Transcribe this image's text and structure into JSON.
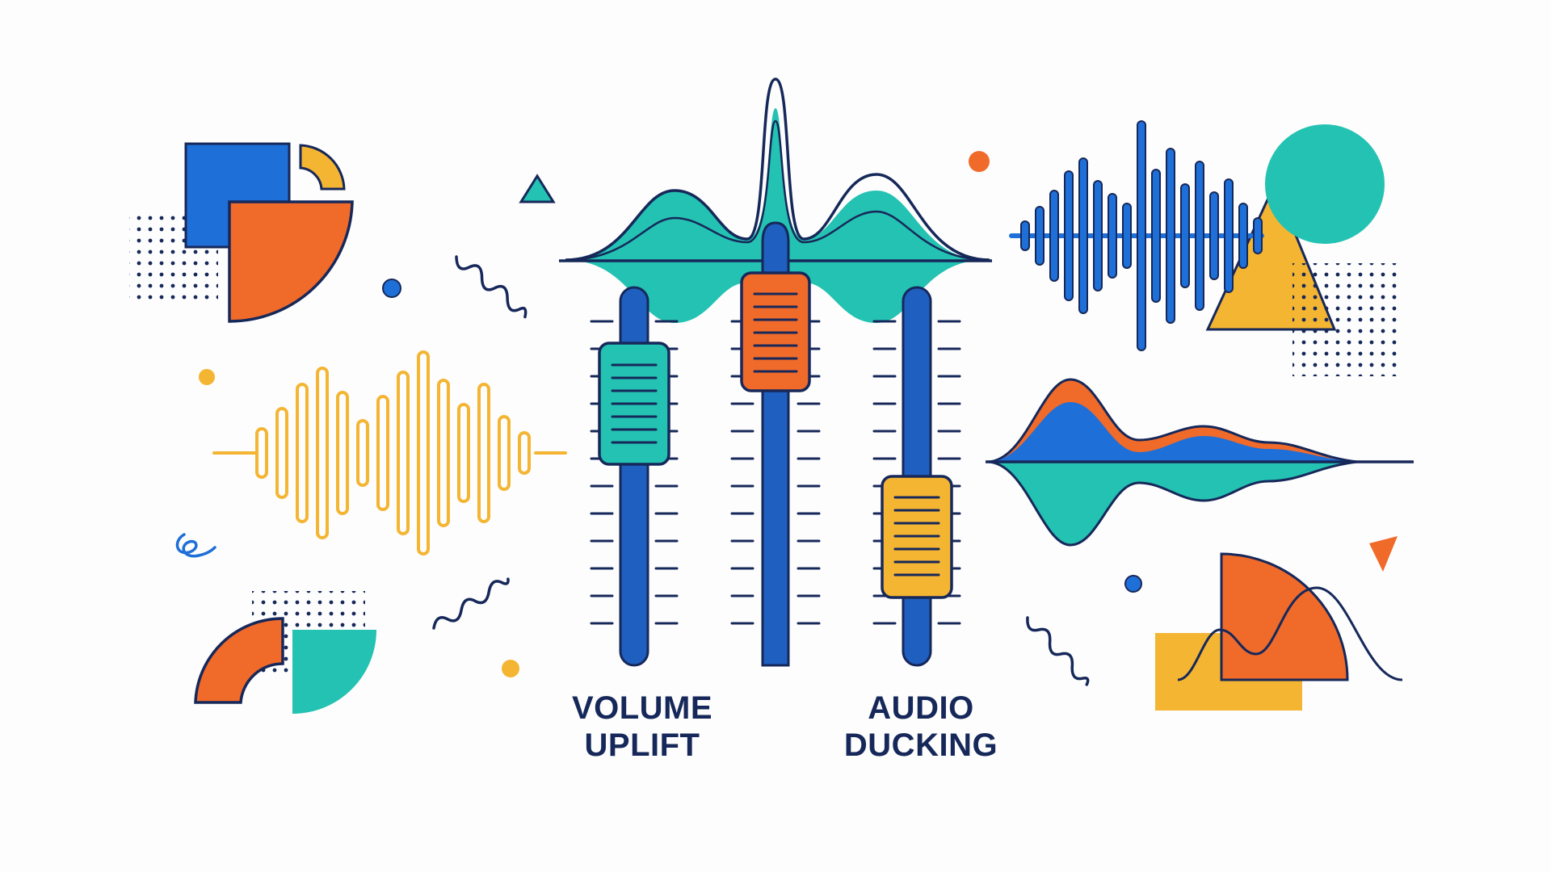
{
  "labels": {
    "volume_uplift": [
      "VOLUME",
      "UPLIFT"
    ],
    "audio_ducking": [
      "AUDIO",
      "DUCKING"
    ]
  },
  "sliders": [
    {
      "name": "volume-uplift-fader",
      "knob_color": "teal",
      "level": 0.72
    },
    {
      "name": "center-fader",
      "knob_color": "orange",
      "level": 0.82
    },
    {
      "name": "audio-ducking-fader",
      "knob_color": "yellow",
      "level": 0.28
    }
  ],
  "colors": {
    "navy": "#16285a",
    "blue": "#1f6fd8",
    "teal": "#24c2b2",
    "orange": "#f06a2a",
    "yellow": "#f4b532",
    "background": "#fdfdfd"
  },
  "icons": [
    "waveform-icon",
    "fader-icon",
    "triangle-icon",
    "circle-icon",
    "squiggle-icon",
    "dot-grid-icon"
  ]
}
